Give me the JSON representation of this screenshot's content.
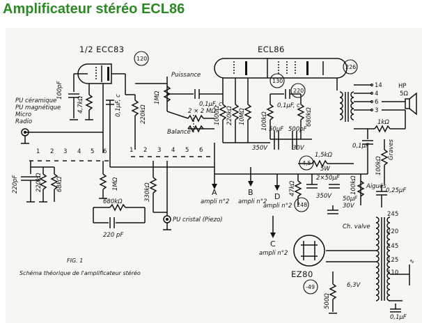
{
  "title": "Amplificateur stéréo ECL86",
  "tubes": {
    "v1": "1/2 ECC83",
    "v2": "ECL86",
    "rect": "EZ80"
  },
  "inputs": [
    "PU céramique",
    "PU magnétique",
    "Micro",
    "Radio"
  ],
  "pu_cristal": "PU cristal (Piezo)",
  "controls": {
    "puissance": "Puissance",
    "balance": "Balance",
    "balance_pot": "2 × 2 MΩ",
    "graves": "Graves",
    "aigues": "Aiguës",
    "ch_valve": "Ch. valve"
  },
  "switch_numbers_left": [
    "1",
    "2",
    "3",
    "4",
    "5",
    "6"
  ],
  "switch_numbers_right": [
    "1",
    "2",
    "3",
    "4",
    "5",
    "6"
  ],
  "components": {
    "c_100pf": "100pF",
    "r_47k_a": "4,7kΩ",
    "c_01uf_c": "0,1μF, c",
    "r_220k_a": "220kΩ",
    "r_1m_pot": "1MΩ",
    "c_01uf_c2": "0,1μF, c",
    "r_1000": "1000Ω",
    "r_220k_b": "220kΩ",
    "r_10m": "10MΩ",
    "r_100k": "100kΩ",
    "c_01uf_b": "0,1μF, c",
    "r_680k_a": "680kΩ",
    "c_50uf_a": "50μF",
    "c_500pf": "500pF",
    "v_350": "350V",
    "v_30": "30V",
    "r_15k": "1,5kΩ",
    "r_5w": "5W",
    "r_1k": "1kΩ",
    "c_01uf_d": "0,1μF",
    "r_100k_b": "100kΩ",
    "r_47k_b": "47kΩ",
    "c_2x50": "2×50μF",
    "v_350_b": "350V",
    "r_100k_c": "100kΩ",
    "c_025": "0,25μF",
    "c_50uf_b": "50μF",
    "v_30_b": "30V",
    "c_220pf_a": "220pF",
    "r_220k_c": "220kΩ",
    "r_68k": "68kΩ",
    "r_1m": "1MΩ",
    "r_680k_b": "680kΩ",
    "c_220pf_b": "220 pF",
    "r_330k": "330kΩ",
    "v_63": "6,3V",
    "r_500": "500Ω",
    "c_01uf_e": "0,1μF"
  },
  "terminals": {
    "a": "A",
    "a_note": "ampli n°2",
    "b": "B",
    "b_note": "ampli n°2",
    "c": "C",
    "c_note": "ampli n°2",
    "d": "D",
    "d_note": "ampli n°2",
    "hp": "HP",
    "hp_imp": "5Ω"
  },
  "taps_output": [
    "14",
    "4",
    "6",
    "3"
  ],
  "taps_transformer": [
    "245",
    "220",
    "145",
    "125",
    "110"
  ],
  "voltages_circled": [
    "120",
    "130",
    "220",
    "226",
    "-4,5",
    "248",
    "-49"
  ],
  "figure": {
    "label": "FIG. 1",
    "caption": "Schéma théorique de l'amplificateur stéréo"
  }
}
